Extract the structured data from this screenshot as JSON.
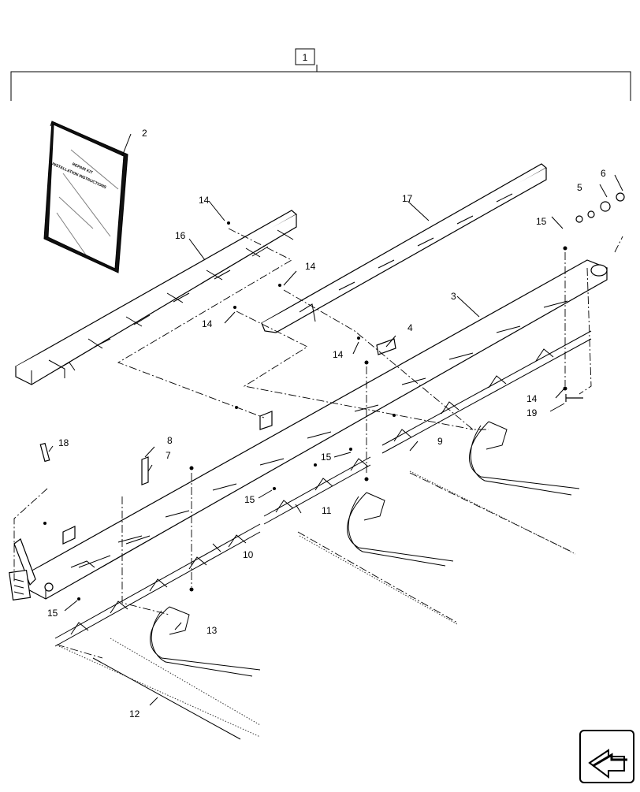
{
  "diagram": {
    "assembly_label": "1",
    "manual_text": [
      "REPAIR KIT",
      "INSTALLATION INSTRUCTIONS"
    ],
    "callouts": {
      "c2": "2",
      "c3": "3",
      "c4": "4",
      "c5": "5",
      "c6": "6",
      "c7": "7",
      "c8": "8",
      "c9": "9",
      "c10": "10",
      "c11": "11",
      "c12": "12",
      "c13": "13",
      "c14a": "14",
      "c14b": "14",
      "c14c": "14",
      "c14d": "14",
      "c14e": "14",
      "c15a": "15",
      "c15b": "15",
      "c15c": "15",
      "c15d": "15",
      "c16": "16",
      "c17": "17",
      "c18": "18",
      "c19": "19"
    },
    "nav_icon": "next-page-arrow-icon"
  }
}
